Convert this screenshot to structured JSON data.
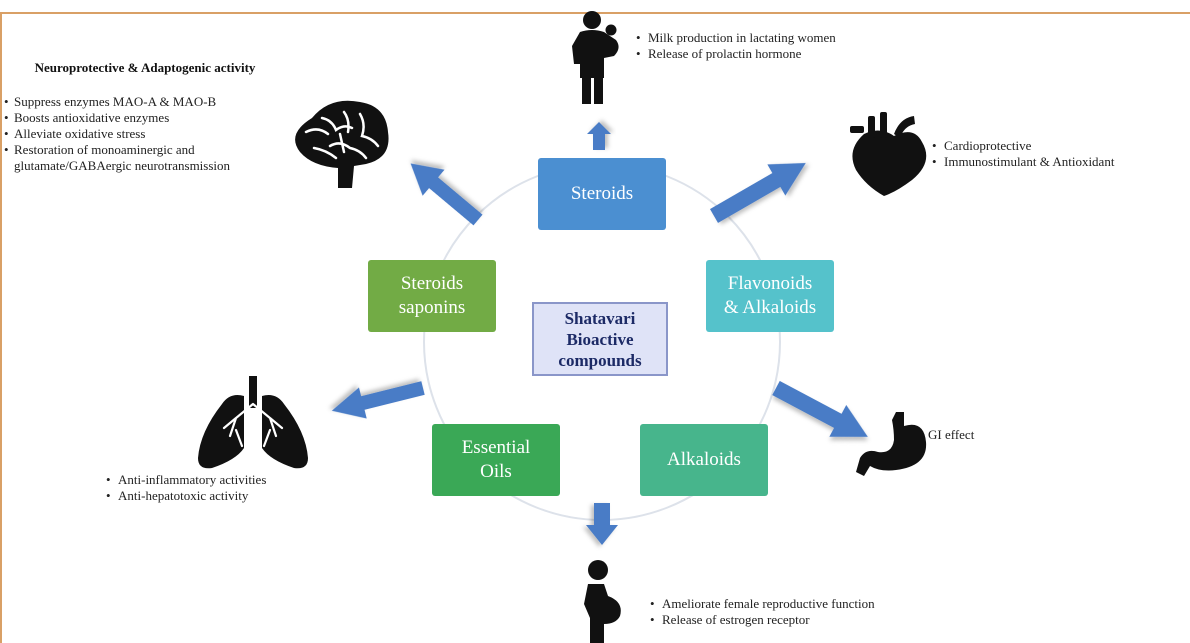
{
  "center": {
    "label": "Shatavari\nBioactive\ncompounds"
  },
  "compounds": {
    "steroids": "Steroids",
    "saponins": "Steroids\nsaponins",
    "flavonoids": "Flavonoids\n& Alkaloids",
    "essential_oils": "Essential\nOils",
    "alkaloids": "Alkaloids"
  },
  "effects": {
    "neuro": {
      "heading": "Neuroprotective & Adaptogenic activity",
      "points": [
        "Suppress enzymes MAO-A & MAO-B",
        "Boosts antioxidative enzymes",
        "Alleviate oxidative stress",
        "Restoration of monoaminergic and glutamate/GABAergic neurotransmission"
      ]
    },
    "lactation": {
      "points": [
        "Milk production in lactating women",
        "Release of prolactin hormone"
      ]
    },
    "cardio": {
      "points": [
        "Cardioprotective",
        "Immunostimulant & Antioxidant"
      ]
    },
    "respiratory": {
      "points": [
        "Anti-inflammatory activities",
        "Anti-hepatotoxic activity"
      ]
    },
    "gi": {
      "label": "GI effect"
    },
    "reproductive": {
      "points": [
        "Ameliorate female reproductive function",
        "Release of estrogen receptor"
      ]
    }
  },
  "icons": [
    "mother-child-icon",
    "brain-icon",
    "heart-icon",
    "lungs-icon",
    "stomach-icon",
    "pregnant-woman-icon"
  ],
  "colors": {
    "steroids": "#4b8fd1",
    "saponins": "#72ab45",
    "flavonoids": "#55c2cb",
    "essential_oils": "#3aa856",
    "alkaloids": "#47b58c",
    "arrow": "#4a7cc6",
    "center_fill": "#dfe3f7",
    "center_border": "#8a96c9",
    "icon": "#111111"
  }
}
